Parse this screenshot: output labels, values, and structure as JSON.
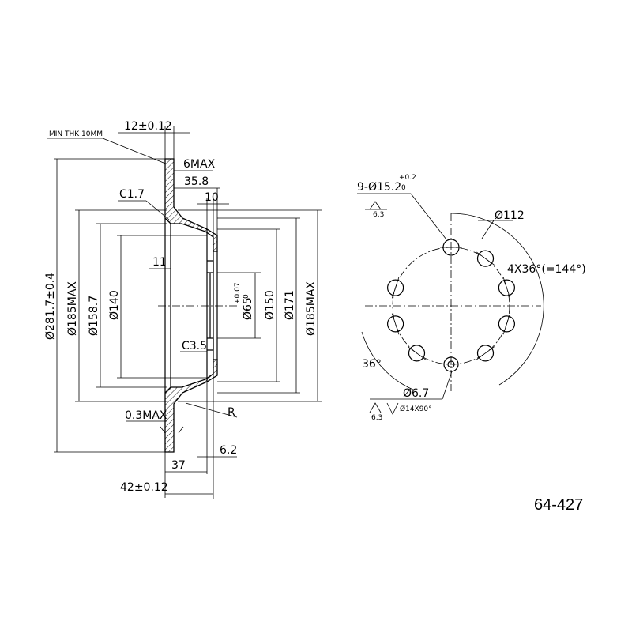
{
  "part_number": "64-427",
  "section_view": {
    "min_thk_note": "MIN THK 10MM",
    "dims": {
      "d_281": "Ø281.7±0.4",
      "d_185max_outer": "Ø185MAX",
      "d_158": "Ø158.7",
      "d_140": "Ø140",
      "d_150": "Ø150",
      "d_171": "Ø171",
      "d_185max_right": "Ø185MAX",
      "d_65": "Ø65",
      "d_65_tol_upper": "+0.07",
      "d_65_tol_lower": "0",
      "w_12": "12±0.12",
      "w_6max": "6MAX",
      "w_35_8": "35.8",
      "w_10": "10",
      "w_11": "11",
      "w_37": "37",
      "w_42": "42±0.12",
      "w_6_2": "6.2",
      "chamfer_c1_7": "C1.7",
      "chamfer_c3_5": "C3.5",
      "runout_0_3": "0.3MAX",
      "radius_r": "R"
    }
  },
  "front_view": {
    "bolt_holes": "9-Ø15.2",
    "bolt_tol_upper": "+0.2",
    "bolt_tol_lower": "0",
    "roughness_1": "6.3",
    "pcd": "Ø112",
    "angle_spacing": "4X36°(=144°)",
    "angle_36": "36°",
    "small_hole": "Ø6.7",
    "countersink": "Ø14X90°",
    "roughness_2": "6.3"
  }
}
